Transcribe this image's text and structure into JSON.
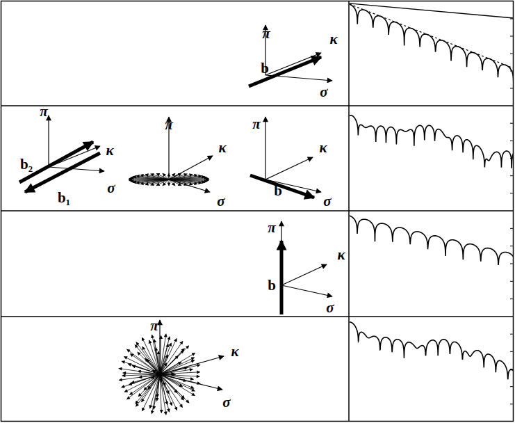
{
  "diagram": {
    "labels": [
      "π",
      "κ",
      "b",
      "σ",
      "π",
      "κ",
      "b₂",
      "b₁",
      "σ",
      "π",
      "κ",
      "σ",
      "π",
      "κ",
      "b",
      "σ",
      "π",
      "κ",
      "b",
      "σ",
      "π",
      "κ",
      "σ"
    ]
  }
}
